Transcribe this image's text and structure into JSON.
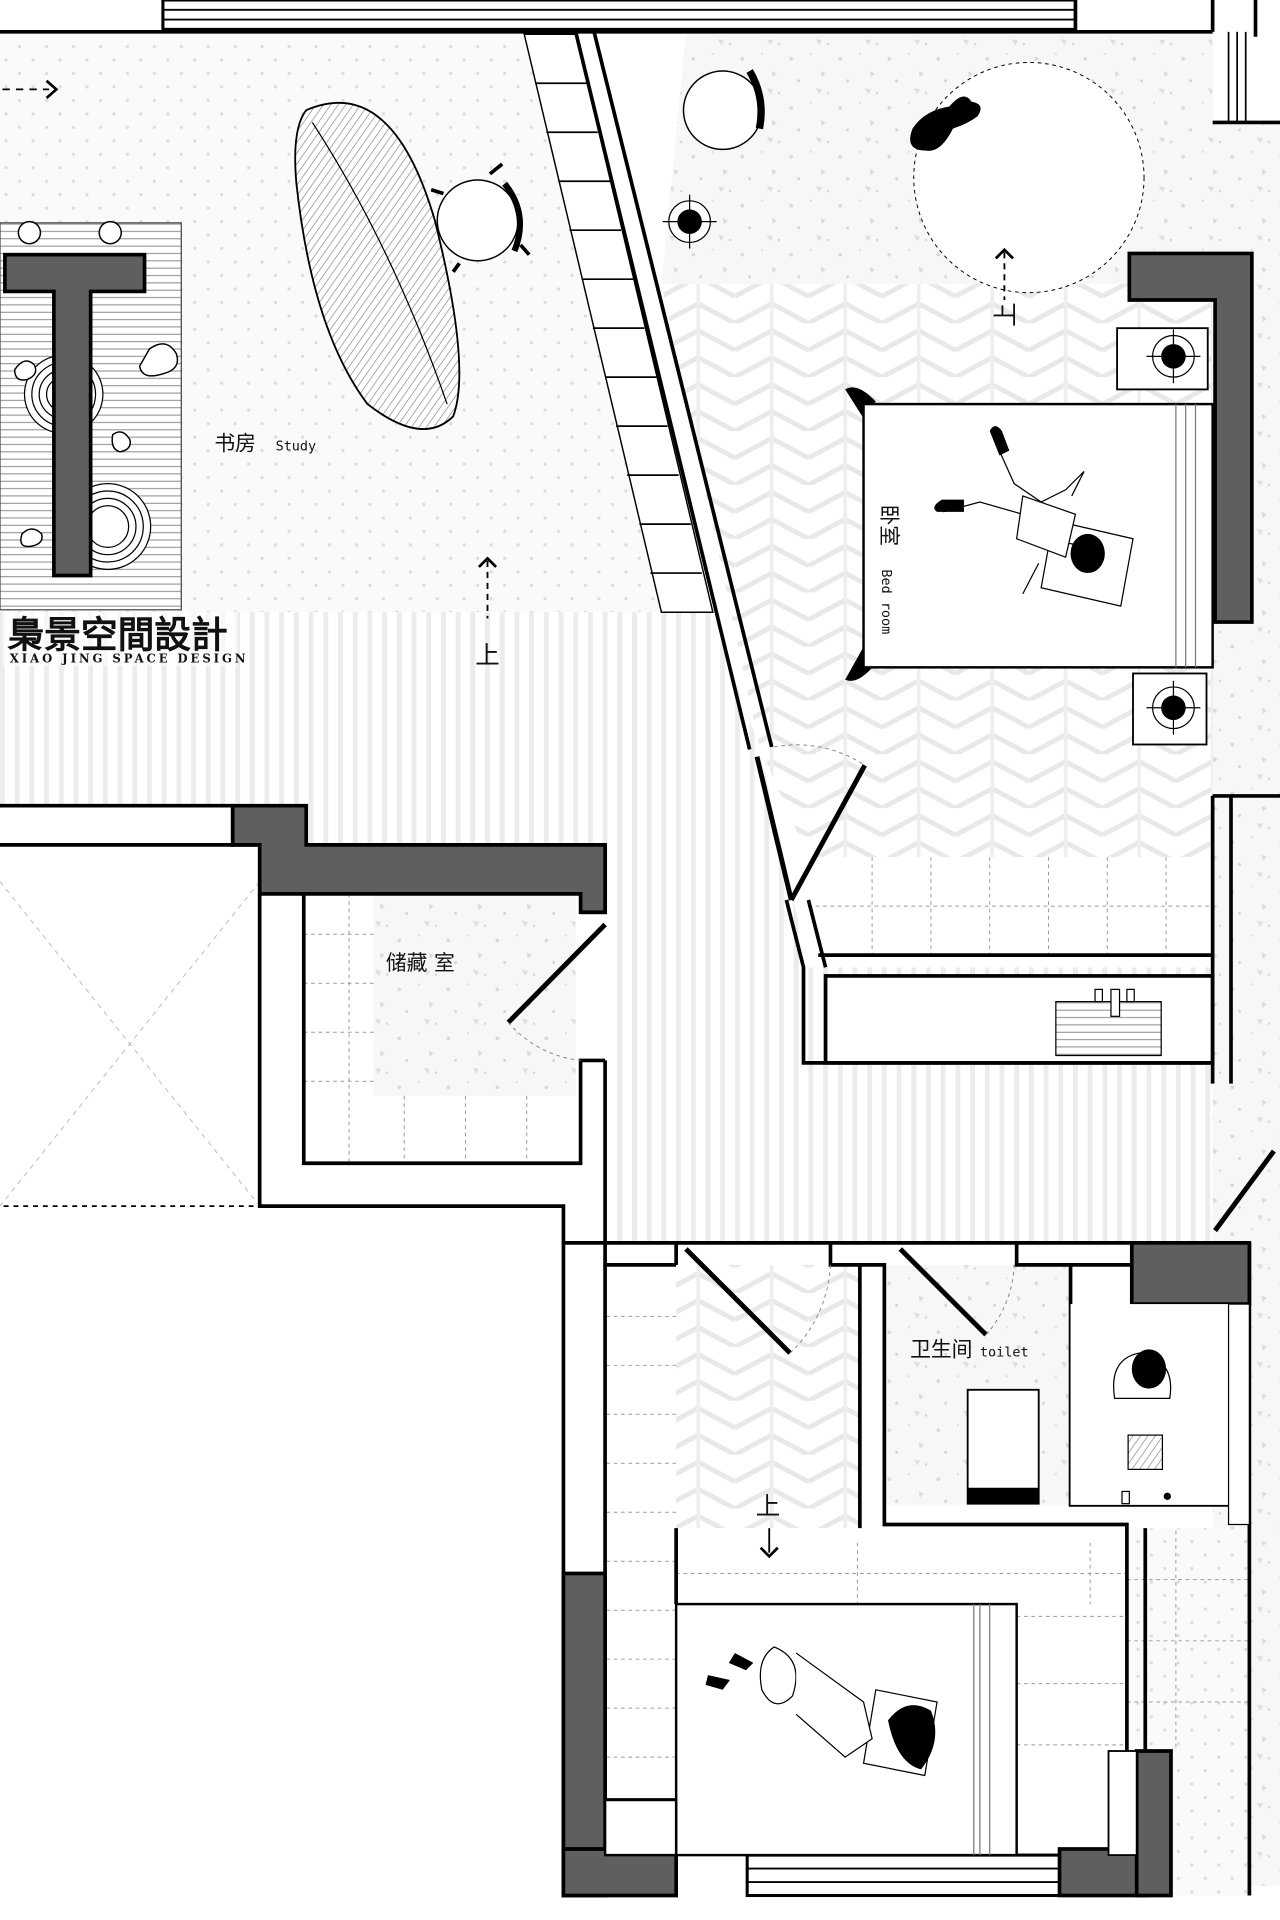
{
  "plan": {
    "type": "architectural floor plan",
    "brand": {
      "name_cn": "梟景空間設計",
      "name_en": "XIAO JING SPACE DESIGN"
    },
    "rooms": [
      {
        "id": "study",
        "label_cn": "书房",
        "label_en": "Study"
      },
      {
        "id": "bedroom",
        "label_cn": "卧室",
        "label_en": "Bed room"
      },
      {
        "id": "storage",
        "label_cn": "储藏 室",
        "label_en": ""
      },
      {
        "id": "toilet",
        "label_cn": "卫生间",
        "label_en": "toilet"
      }
    ],
    "stair_markers": [
      {
        "id": "study-up",
        "label": "上",
        "direction": "up"
      },
      {
        "id": "bedroom-up",
        "label": "上",
        "direction": "up"
      },
      {
        "id": "lower-bedroom-up",
        "label": "上",
        "direction": "down"
      }
    ],
    "entry_arrow": {
      "direction": "right"
    },
    "colors": {
      "wall": "#000000",
      "column_fill": "#5f5f5f",
      "floor_pattern": "#e6e6e6",
      "background": "#ffffff"
    }
  }
}
